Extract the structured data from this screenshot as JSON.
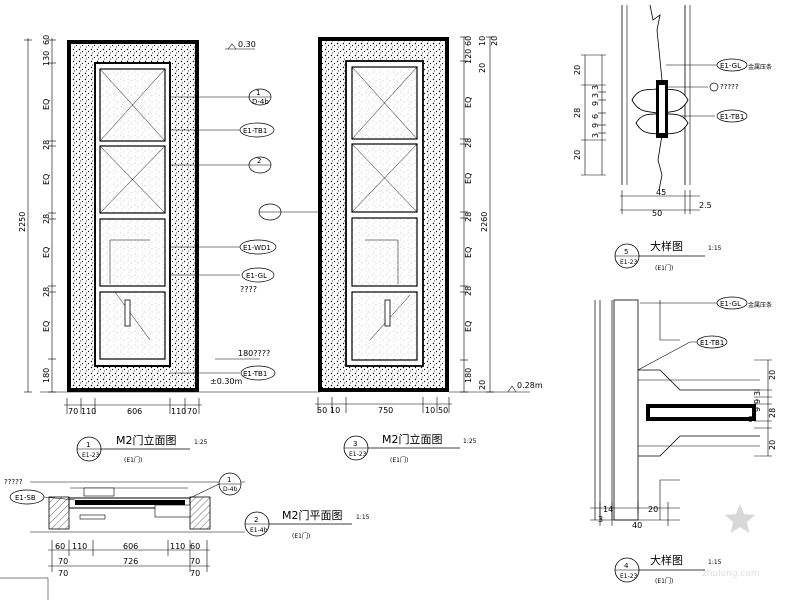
{
  "elevation_front": {
    "title": "M2门立面图",
    "scale": "1:25",
    "sheet": "E1-23",
    "note": "(E1门)",
    "height_dims": [
      "60",
      "130",
      "EQ",
      "28",
      "EQ",
      "28",
      "EQ",
      "28",
      "EQ",
      "180"
    ],
    "total_height": "2250",
    "width_dims": [
      "70",
      "110",
      "606",
      "110",
      "70"
    ],
    "floor_level": "±0.30m",
    "floor_marker": "0.30",
    "labels": {
      "tag_4b": "D-4b",
      "tb1": "E1-TB1",
      "tag_2": "2",
      "wd1": "E1-WD1",
      "gl": "E1-GL",
      "q4": "????",
      "q180": "180????",
      "tb1_low": "E1-TB1"
    }
  },
  "elevation_back": {
    "title": "M2门立面图",
    "scale": "1:25",
    "sheet": "E1-23",
    "note": "(E1门)",
    "height_dims": [
      "60",
      "120",
      "20",
      "EQ",
      "28",
      "EQ",
      "28",
      "EQ",
      "28",
      "EQ",
      "180",
      "20"
    ],
    "top_dims": [
      "10",
      "20"
    ],
    "total_height": "2260",
    "width_dims": [
      "50",
      "10",
      "750",
      "10",
      "50"
    ],
    "floor_level": "0.28m"
  },
  "plan": {
    "title": "M2门平面图",
    "scale": "1:15",
    "sheet": "E1-4b",
    "note": "(E1门)",
    "q": "?????",
    "sb": "E1-SB",
    "tag": "D-4b",
    "dims_row1": [
      "60",
      "110",
      "606",
      "110",
      "60"
    ],
    "dims_row2": [
      "70",
      "726",
      "70"
    ]
  },
  "detail_5": {
    "title": "大样图",
    "scale": "1:15",
    "sheet": "E1-23",
    "note": "(E1门)",
    "gl": "E1-GL",
    "gl_note": "金属压条",
    "q": "?????",
    "tb1": "E1-TB1",
    "left_dims": [
      "20",
      "3",
      "3",
      "9",
      "28",
      "6",
      "9",
      "3",
      "20"
    ],
    "bottom_dims": [
      "45",
      "50",
      "2.5"
    ]
  },
  "detail_4": {
    "title": "大样图",
    "scale": "1:15",
    "sheet": "E1-23",
    "note": "(E1门)",
    "gl": "E1-GL",
    "gl_note": "金属压条",
    "tb1": "E1-TB1",
    "right_dims": [
      "20",
      "3",
      "9",
      "9",
      "28",
      "20"
    ],
    "bottom_dims": [
      "3",
      "14",
      "20",
      "40"
    ],
    "mark_3": "3"
  },
  "watermark": "zhulong.com"
}
